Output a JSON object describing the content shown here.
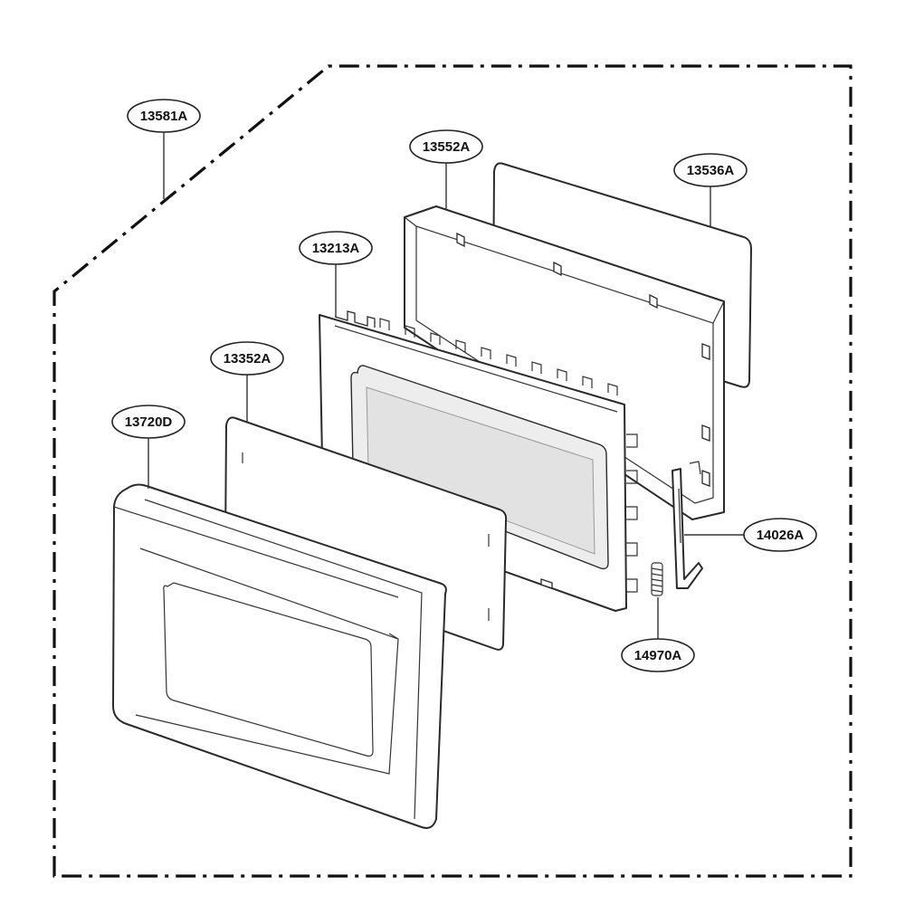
{
  "diagram": {
    "part_labels": {
      "door_assembly": "13581A",
      "choke_cover": "13552A",
      "door_glass": "13536A",
      "door_frame": "13213A",
      "door_screen": "13352A",
      "front_door_cover": "13720D",
      "latch_hook": "14026A",
      "spring": "14970A"
    }
  }
}
